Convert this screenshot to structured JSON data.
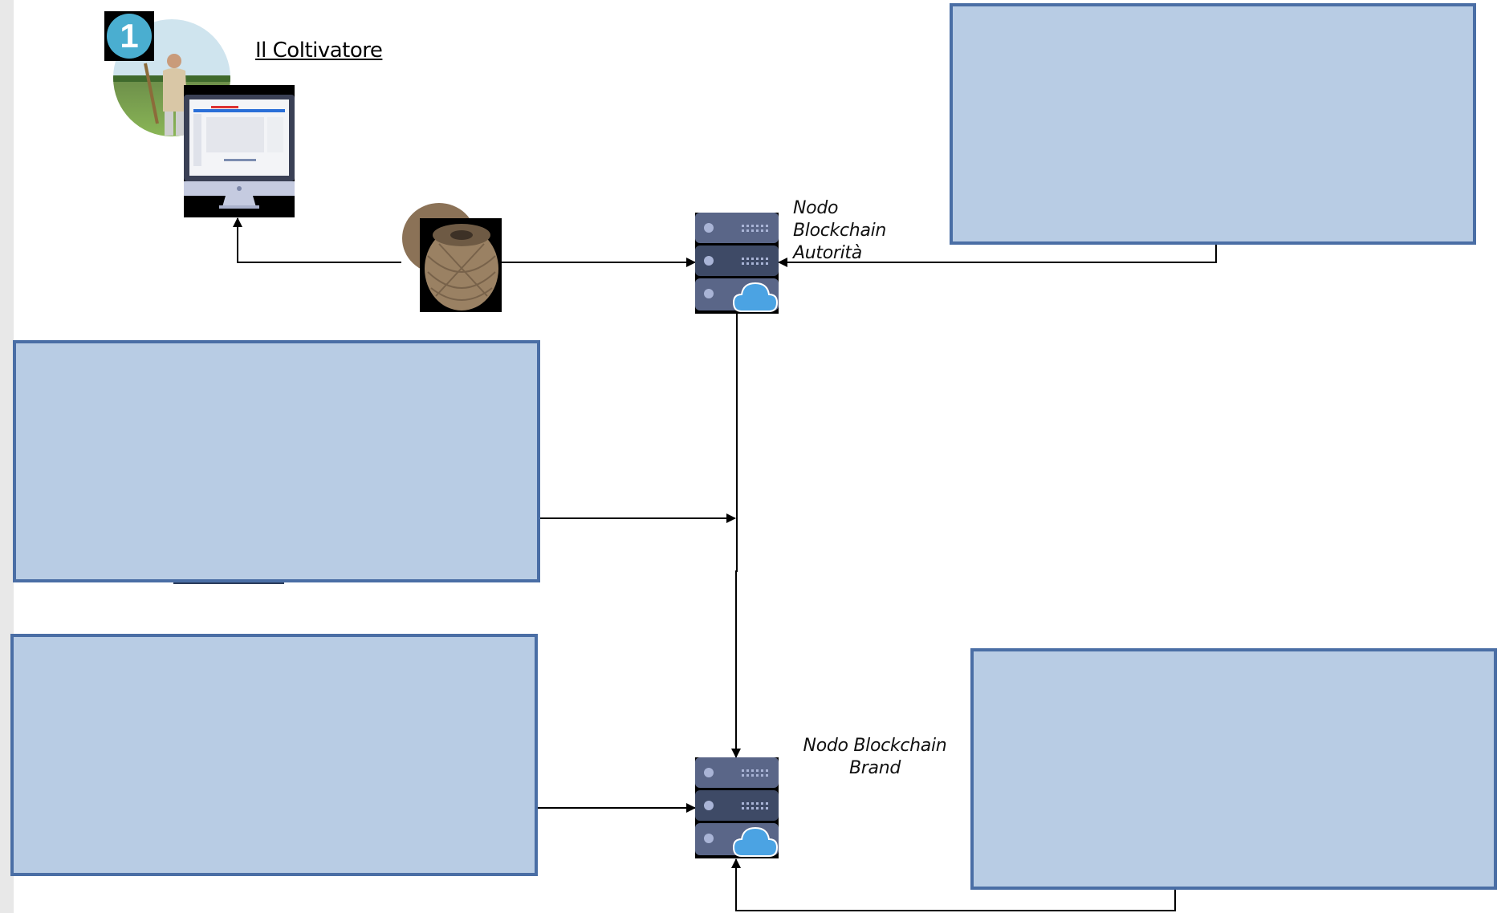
{
  "diagram": {
    "farmer": {
      "step_number": "1",
      "title": "Il Coltivatore"
    },
    "nodes": {
      "authority": {
        "label_lines": [
          "Nodo",
          "Blockchain",
          "Autorità"
        ]
      },
      "brand": {
        "label_lines": [
          "Nodo Blockchain",
          "Brand"
        ]
      }
    },
    "colors": {
      "box_fill": "#b8cce4",
      "box_border": "#4a6ea5",
      "server_dark": "#3e4a66",
      "server_light": "#5a6688",
      "cloud": "#4ba3e3",
      "badge": "#4aaed0"
    },
    "icons": [
      "farmer-photo",
      "monitor-icon",
      "yarn-icon",
      "server-icon",
      "cloud-icon"
    ]
  }
}
